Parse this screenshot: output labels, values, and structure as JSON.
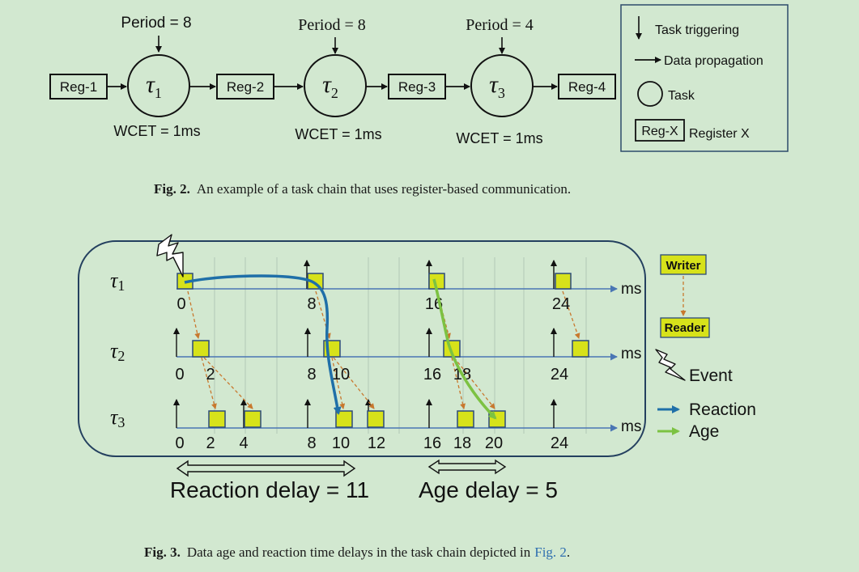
{
  "fig2": {
    "registers": [
      "Reg-1",
      "Reg-2",
      "Reg-3",
      "Reg-4"
    ],
    "tasks": [
      {
        "symbol": "τ",
        "sub": "1",
        "period": "Period = 8",
        "wcet": "WCET = 1ms"
      },
      {
        "symbol": "τ",
        "sub": "2",
        "period": "Period = 8",
        "wcet": "WCET = 1ms"
      },
      {
        "symbol": "τ",
        "sub": "3",
        "period": "Period = 4",
        "wcet": "WCET = 1ms"
      }
    ],
    "legend": {
      "trigger": "Task triggering",
      "propagation": "Data propagation",
      "task": "Task",
      "reg_box": "Reg-X",
      "reg_label": "Register X"
    },
    "caption": {
      "num": "Fig. 2.",
      "text": "An example of a task chain that uses register-based communication."
    }
  },
  "fig3": {
    "rows": [
      {
        "label": "τ1",
        "ticks": [
          "0",
          "8",
          "16",
          "24"
        ],
        "unit": "ms"
      },
      {
        "label": "τ2",
        "ticks": [
          "0",
          "2",
          "8",
          "10",
          "16",
          "18",
          "24"
        ],
        "unit": "ms"
      },
      {
        "label": "τ3",
        "ticks": [
          "0",
          "2",
          "4",
          "8",
          "10",
          "12",
          "16",
          "18",
          "20",
          "24"
        ],
        "unit": "ms"
      }
    ],
    "legend": {
      "writer": "Writer",
      "reader": "Reader",
      "event": "Event",
      "reaction": "Reaction",
      "age": "Age"
    },
    "reaction_delay": "Reaction delay = 11",
    "age_delay": "Age delay = 5",
    "caption": {
      "num": "Fig. 3.",
      "text": "Data age and reaction time delays in the task chain depicted in",
      "link": "Fig. 2",
      "end": "."
    }
  },
  "colors": {
    "background": "#d2e8d0",
    "job": "#d7e21a",
    "reaction": "#1f6fa8",
    "age": "#7cc242",
    "propagation": "#c8782e",
    "axis": "#4a76b4",
    "link": "#2f6fb0"
  }
}
